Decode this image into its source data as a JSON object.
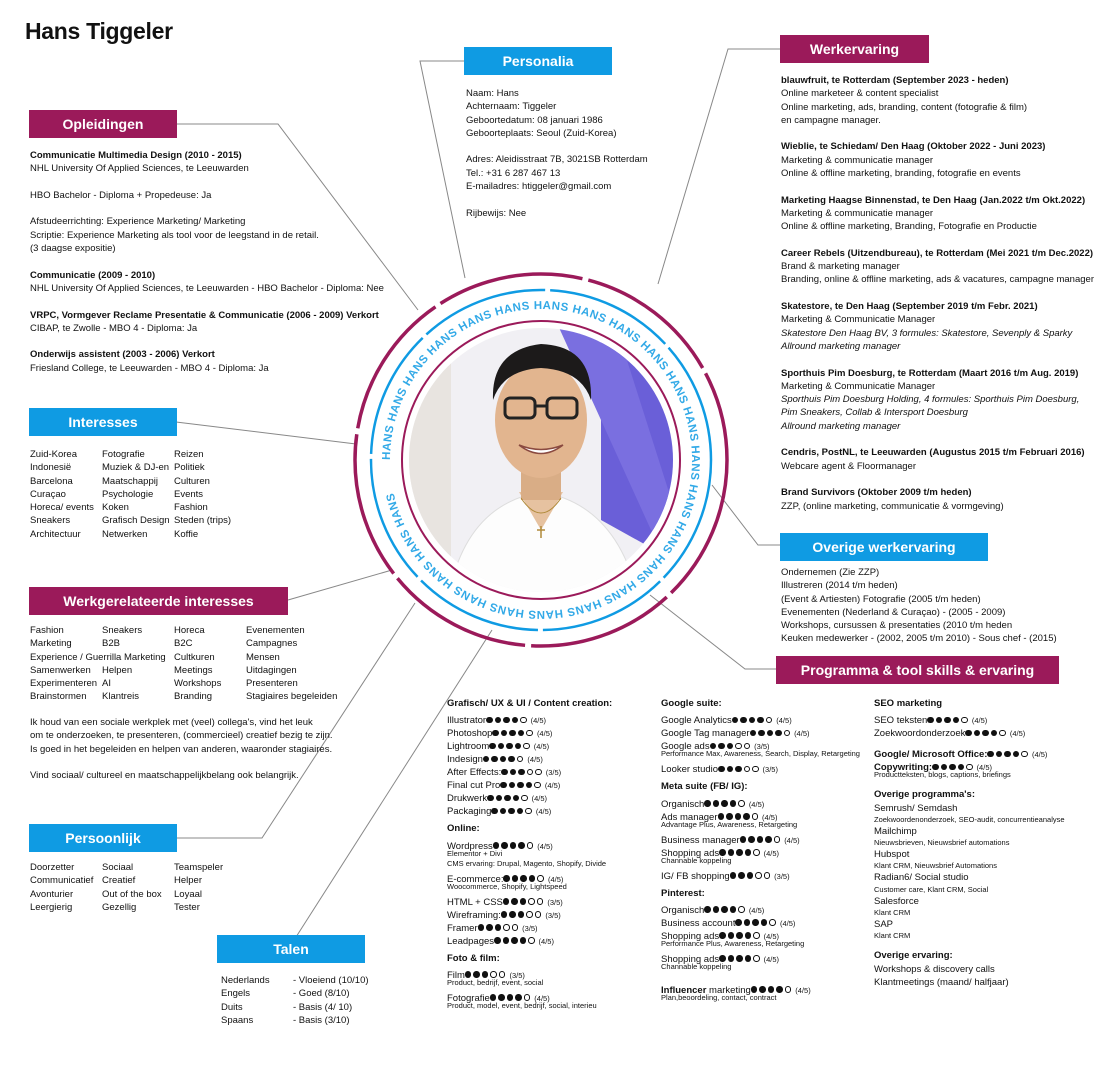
{
  "name": "Hans Tiggeler",
  "ring_text": "HANS HANS HANS HANS HANS HANS HANS HANS HANS HANS HANS HANS HANS HANS HANS HANS HANS HANS HANS HANS HANS HANS HANS HANS",
  "colors": {
    "pink": "#9b1a5a",
    "blue": "#0f9be3",
    "photo_bg": "#6a5fd8"
  },
  "personalia": {
    "title": "Personalia",
    "lines": [
      "Naam: Hans",
      "Achternaam: Tiggeler",
      "Geboortedatum: 08 januari 1986",
      "Geboorteplaats: Seoul (Zuid-Korea)",
      "",
      "Adres: Aleidisstraat 7B, 3021SB Rotterdam",
      "Tel.: +31 6 287 467 13",
      "E-mailadres: htiggeler@gmail.com",
      "",
      "Rijbewijs: Nee"
    ]
  },
  "opleidingen": {
    "title": "Opleidingen",
    "lines": [
      {
        "text": "Communicatie Multimedia Design (2010 - 2015)",
        "bold": true
      },
      {
        "text": "NHL University Of Applied Sciences, te Leeuwarden"
      },
      {
        "text": ""
      },
      {
        "text": "HBO Bachelor - Diploma + Propedeuse: Ja"
      },
      {
        "text": ""
      },
      {
        "text": "Afstudeerrichting: Experience Marketing/ Marketing"
      },
      {
        "text": "Scriptie: Experience Marketing als tool voor de leegstand in de retail."
      },
      {
        "text": "(3 daagse expositie)"
      },
      {
        "text": ""
      },
      {
        "text": "Communicatie (2009 - 2010)",
        "bold": true
      },
      {
        "text": "NHL University Of Applied Sciences, te Leeuwarden - HBO Bachelor - Diploma: Nee"
      },
      {
        "text": ""
      },
      {
        "text": "VRPC, Vormgever Reclame Presentatie & Communicatie (2006 - 2009) Verkort",
        "bold": true
      },
      {
        "text": "CIBAP, te Zwolle - MBO 4 - Diploma: Ja"
      },
      {
        "text": ""
      },
      {
        "text": "Onderwijs assistent (2003 - 2006) Verkort",
        "bold": true
      },
      {
        "text": "Friesland College, te Leeuwarden - MBO 4 - Diploma: Ja"
      }
    ]
  },
  "interesses": {
    "title": "Interesses",
    "col1": [
      "Zuid-Korea",
      "Indonesië",
      "Barcelona",
      "Curaçao",
      "Horeca/ events",
      "Sneakers",
      "Architectuur"
    ],
    "col2": [
      "Fotografie",
      "Muziek & DJ-en",
      "Maatschappij",
      "Psychologie",
      "Koken",
      "Grafisch Design",
      "Netwerken"
    ],
    "col3": [
      "Reizen",
      "Politiek",
      "Culturen",
      "Events",
      "Fashion",
      "Steden (trips)",
      "Koffie"
    ]
  },
  "werkinteresses": {
    "title": "Werkgerelateerde interesses",
    "col1": [
      "Fashion",
      "Marketing",
      "Experience / Guerrilla Marketing",
      "Samenwerken",
      "Experimenteren",
      "Brainstormen"
    ],
    "col2": [
      "Sneakers",
      "B2B",
      "",
      "Helpen",
      "AI",
      "Klantreis"
    ],
    "col3": [
      "Horeca",
      "B2C",
      "Cultkuren",
      "Meetings",
      "Workshops",
      "Branding"
    ],
    "col4": [
      "Evenementen",
      "Campagnes",
      "Mensen",
      "Uitdagingen",
      "Presenteren",
      "Stagiaires begeleiden"
    ],
    "para": [
      "Ik houd van een sociale werkplek met (veel) collega's, vind het leuk",
      "om te onderzoeken, te presenteren, (commercieel) creatief bezig te zijn.",
      "Is goed in het begeleiden en helpen van anderen, waaronder stagiaires.",
      "",
      "Vind sociaal/ cultureel en maatschappelijkbelang ook belangrijk."
    ]
  },
  "persoonlijk": {
    "title": "Persoonlijk",
    "col1": [
      "Doorzetter",
      "Communicatief",
      "Avonturier",
      "Leergierig"
    ],
    "col2": [
      "Sociaal",
      "Creatief",
      "Out of the box",
      "Gezellig"
    ],
    "col3": [
      "Teamspeler",
      "Helper",
      "Loyaal",
      "Tester"
    ]
  },
  "talen": {
    "title": "Talen",
    "items": [
      {
        "lang": "Nederlands",
        "level": "- Vloeiend (10/10)"
      },
      {
        "lang": "Engels",
        "level": "- Goed (8/10)"
      },
      {
        "lang": "Duits",
        "level": "- Basis (4/ 10)"
      },
      {
        "lang": "Spaans",
        "level": "- Basis (3/10)"
      }
    ]
  },
  "werkervaring": {
    "title": "Werkervaring",
    "lines": [
      {
        "text": "blauwfruit, te Rotterdam (September 2023 - heden)",
        "bold": true
      },
      {
        "text": "Online marketeer & content specialist"
      },
      {
        "text": "Online marketing, ads, branding, content (fotografie & film)"
      },
      {
        "text": "en campagne manager."
      },
      {
        "text": ""
      },
      {
        "text": "Wieblie, te Schiedam/ Den Haag (Oktober 2022 - Juni 2023)",
        "bold": true
      },
      {
        "text": "Marketing & communicatie manager"
      },
      {
        "text": "Online & offline marketing, branding, fotografie en events"
      },
      {
        "text": ""
      },
      {
        "text": "Marketing Haagse Binnenstad, te Den Haag (Jan.2022 t/m Okt.2022)",
        "bold": true
      },
      {
        "text": "Marketing & communicatie manager"
      },
      {
        "text": "Online & offline marketing, Branding, Fotografie en Productie"
      },
      {
        "text": ""
      },
      {
        "text": "Career Rebels (Uitzendbureau), te Rotterdam (Mei 2021 t/m Dec.2022)",
        "bold": true
      },
      {
        "text": "Brand & marketing manager"
      },
      {
        "text": "Branding, online & offline marketing, ads & vacatures, campagne manager"
      },
      {
        "text": ""
      },
      {
        "text": "Skatestore, te Den Haag (September 2019 t/m Febr. 2021)",
        "bold": true
      },
      {
        "text": "Marketing & Communicatie Manager"
      },
      {
        "text": "Skatestore Den Haag BV, 3 formules: Skatestore, Sevenply & Sparky",
        "italic": true
      },
      {
        "text": "Allround marketing manager",
        "italic": true
      },
      {
        "text": ""
      },
      {
        "text": "Sporthuis Pim Doesburg, te Rotterdam (Maart 2016 t/m Aug. 2019)",
        "bold": true
      },
      {
        "text": "Marketing & Communicatie Manager"
      },
      {
        "text": "Sporthuis Pim Doesburg Holding, 4 formules: Sporthuis Pim Doesburg,",
        "italic": true
      },
      {
        "text": "Pim Sneakers, Collab & Intersport Doesburg",
        "italic": true
      },
      {
        "text": "Allround marketing manager",
        "italic": true
      },
      {
        "text": ""
      },
      {
        "text": "Cendris, PostNL, te Leeuwarden (Augustus 2015 t/m Februari 2016)",
        "bold": true
      },
      {
        "text": "Webcare agent & Floormanager"
      },
      {
        "text": ""
      },
      {
        "text": "Brand Survivors (Oktober 2009 t/m heden)",
        "bold": true
      },
      {
        "text": "ZZP, (online marketing, communicatie & vormgeving)"
      }
    ]
  },
  "overige_werkervaring": {
    "title": "Overige werkervaring",
    "lines": [
      "Ondernemen (Zie ZZP)",
      "Illustreren (2014 t/m heden)",
      "(Event & Artiesten) Fotografie (2005 t/m heden)",
      "Evenementen (Nederland & Curaçao) - (2005 - 2009)",
      "Workshops, cursussen & presentaties (2010 t/m heden",
      "Keuken medewerker - (2002, 2005 t/m 2010) - Sous chef - (2015)"
    ]
  },
  "skills": {
    "title": "Programma & tool skills & ervaring",
    "col1": [
      {
        "type": "head",
        "text": "Grafisch/ UX & UI / Content creation:"
      },
      {
        "type": "skill",
        "text": "Illustrator",
        "score": 4
      },
      {
        "type": "skill",
        "text": "Photoshop",
        "score": 4
      },
      {
        "type": "skill",
        "text": "Lightroom",
        "score": 4
      },
      {
        "type": "skill",
        "text": "Indesign",
        "score": 4
      },
      {
        "type": "skill",
        "text": "After Effects:",
        "score": 3
      },
      {
        "type": "skill",
        "text": "Final cut Pro",
        "score": 4
      },
      {
        "type": "skill",
        "text": "Drukwerk",
        "score": 4
      },
      {
        "type": "skill",
        "text": "Packaging",
        "score": 4
      },
      {
        "type": "gap"
      },
      {
        "type": "head",
        "text": "Online:"
      },
      {
        "type": "skill",
        "text": "Wordpress",
        "score": 4
      },
      {
        "type": "note",
        "text": "Elementor + Divi"
      },
      {
        "type": "note",
        "text": "CMS ervaring: Drupal, Magento, Shopify, Divide"
      },
      {
        "type": "skill",
        "text": "E-commerce:",
        "score": 4
      },
      {
        "type": "note",
        "text": "Woocommerce, Shopify, Lightspeed"
      },
      {
        "type": "skill",
        "text": "HTML + CSS",
        "score": 3
      },
      {
        "type": "skill",
        "text": "Wireframing:",
        "score": 3
      },
      {
        "type": "skill",
        "text": "Framer",
        "score": 3
      },
      {
        "type": "skill",
        "text": "Leadpages",
        "score": 4
      },
      {
        "type": "gap"
      },
      {
        "type": "head",
        "text": "Foto & film:"
      },
      {
        "type": "skill",
        "text": "Film",
        "score": 3
      },
      {
        "type": "note",
        "text": "Product, bedrijf, event, social"
      },
      {
        "type": "skill",
        "text": "Fotografie",
        "score": 4
      },
      {
        "type": "note",
        "text": "Product, model, event, bedrijf, social, interieu"
      }
    ],
    "col2": [
      {
        "type": "head",
        "text": "Google suite:"
      },
      {
        "type": "skill",
        "text": "Google Analytics",
        "score": 4
      },
      {
        "type": "skill",
        "text": "Google Tag manager",
        "score": 4
      },
      {
        "type": "skill",
        "text": "Google ads",
        "score": 3
      },
      {
        "type": "note",
        "text": "Performance Max, Awareness, Search, Display, Retargeting"
      },
      {
        "type": "skill",
        "text": "Looker studio",
        "score": 3
      },
      {
        "type": "gap"
      },
      {
        "type": "head",
        "text": "Meta suite (FB/ IG):"
      },
      {
        "type": "skill",
        "text": "Organisch",
        "score": 4
      },
      {
        "type": "skill",
        "text": "Ads manager",
        "score": 4
      },
      {
        "type": "note",
        "text": "Advantage Plus, Awareness, Retargeting"
      },
      {
        "type": "skill",
        "text": "Business manager",
        "score": 4
      },
      {
        "type": "skill",
        "text": "Shopping ads",
        "score": 4
      },
      {
        "type": "note",
        "text": "Channable koppeling"
      },
      {
        "type": "skill",
        "text": "IG/ FB shopping",
        "score": 3
      },
      {
        "type": "gap"
      },
      {
        "type": "head",
        "text": "Pinterest:"
      },
      {
        "type": "skill",
        "text": "Organisch",
        "score": 4
      },
      {
        "type": "skill",
        "text": "Business account",
        "score": 4
      },
      {
        "type": "skill",
        "text": "Shopping ads",
        "score": 4
      },
      {
        "type": "note",
        "text": "Performance Plus, Awareness, Retargeting"
      },
      {
        "type": "skill",
        "text": "Shopping ads",
        "score": 4
      },
      {
        "type": "note",
        "text": "Channable koppeling"
      },
      {
        "type": "gap"
      },
      {
        "type": "skill",
        "text": "Influencer marketing",
        "score": 4,
        "boldPrefix": "Influencer"
      },
      {
        "type": "note",
        "text": "Plan,beoordeling, contact, contract"
      }
    ],
    "col3": [
      {
        "type": "head",
        "text": "SEO marketing"
      },
      {
        "type": "skill",
        "text": "SEO teksten",
        "score": 4
      },
      {
        "type": "skill",
        "text": "Zoekwoordonderzoek",
        "score": 4
      },
      {
        "type": "gap"
      },
      {
        "type": "headskill",
        "text": "Google/ Microsoft Office:",
        "score": 4
      },
      {
        "type": "headskill",
        "text": "Copywriting:",
        "score": 4
      },
      {
        "type": "note",
        "text": "Productteksten, blogs, captions, briefings"
      },
      {
        "type": "gap"
      },
      {
        "type": "head",
        "text": "Overige programma's:"
      },
      {
        "type": "plain",
        "text": "Semrush/ Semdash"
      },
      {
        "type": "note",
        "text": "Zoekwoordenonderzoek, SEO-audit, concurrentieanalyse"
      },
      {
        "type": "plain",
        "text": "Mailchimp"
      },
      {
        "type": "note",
        "text": "Nieuwsbrieven, Nieuwsbrief automations"
      },
      {
        "type": "plain",
        "text": "Hubspot"
      },
      {
        "type": "note",
        "text": "Klant CRM, Nieuwsbrief Automations"
      },
      {
        "type": "plain",
        "text": "Radian6/ Social studio"
      },
      {
        "type": "note",
        "text": "Customer care, Klant CRM, Social"
      },
      {
        "type": "plain",
        "text": "Salesforce"
      },
      {
        "type": "note",
        "text": "Klant CRM"
      },
      {
        "type": "plain",
        "text": "SAP"
      },
      {
        "type": "note",
        "text": "Klant CRM"
      },
      {
        "type": "gap"
      },
      {
        "type": "head",
        "text": "Overige ervaring:"
      },
      {
        "type": "plain",
        "text": "Workshops & discovery calls"
      },
      {
        "type": "plain",
        "text": "Klantmeetings (maand/ halfjaar)"
      }
    ]
  }
}
